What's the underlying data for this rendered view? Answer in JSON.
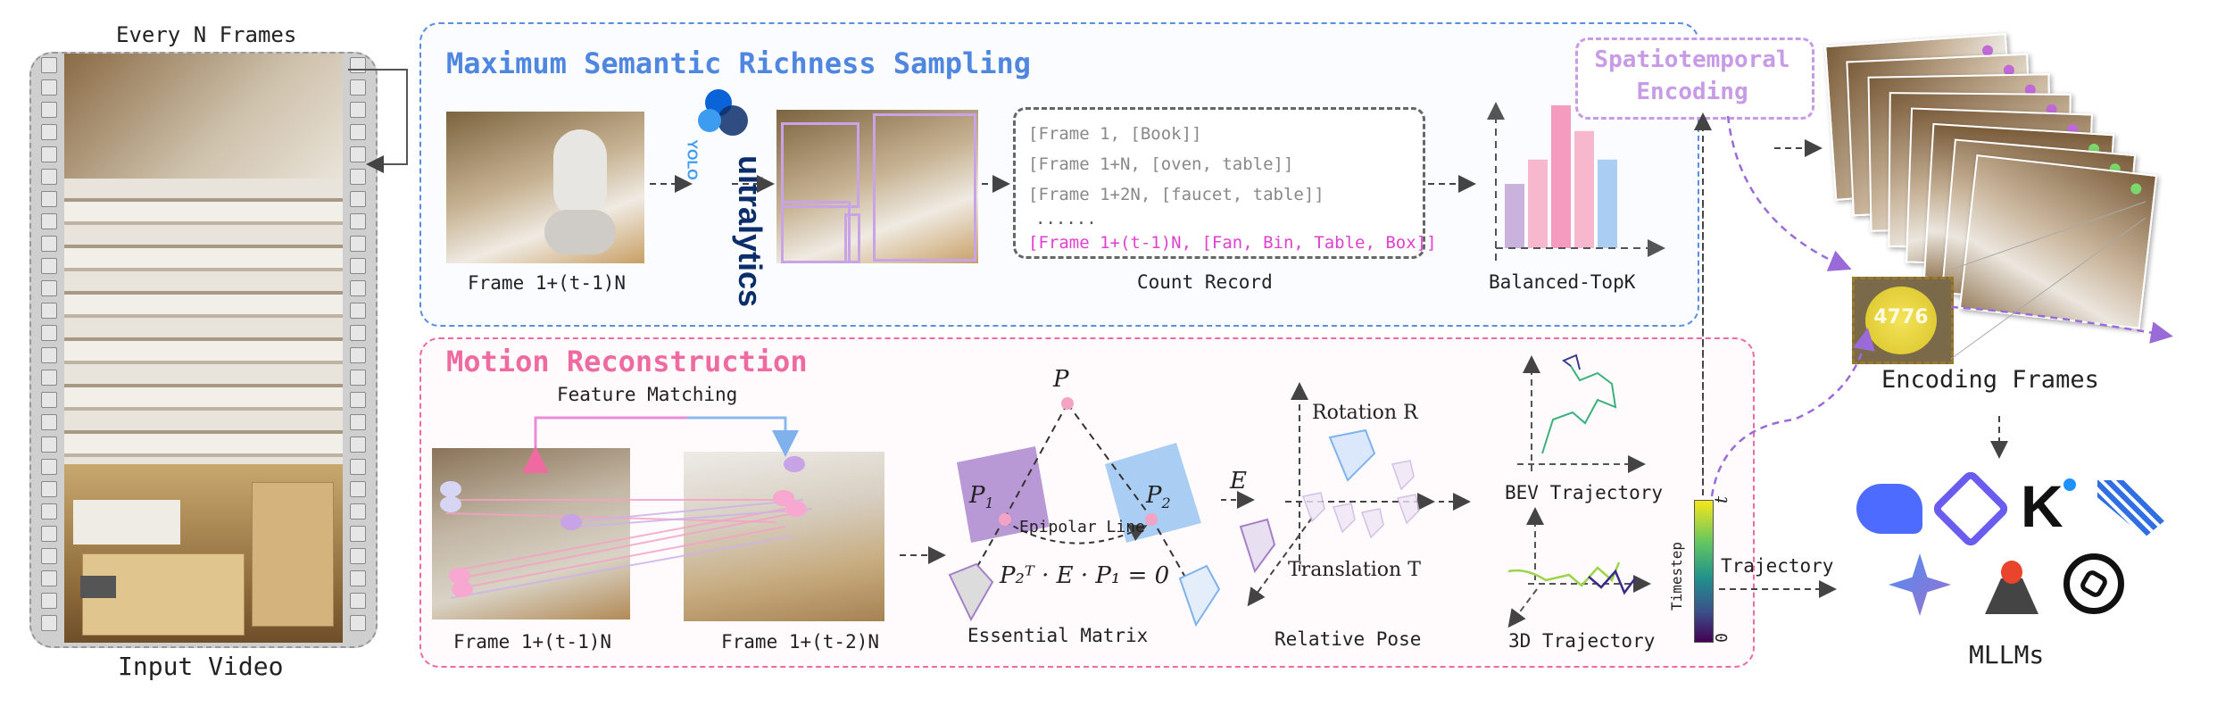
{
  "input_video": {
    "top_label": "Every N Frames",
    "bottom_label": "Input Video"
  },
  "sampling": {
    "title": "Maximum Semantic Richness Sampling",
    "frame_label": "Frame 1+(t-1)N",
    "detector_brand": "ultralytics",
    "detector_sub": "YOLO",
    "count_record_label": "Count Record",
    "records": [
      "[Frame 1, [Book]]",
      "[Frame 1+N, [oven, table]]",
      "[Frame 1+2N, [faucet, table]]",
      "......",
      "[Frame 1+(t-1)N, [Fan, Bin, Table, Box]]"
    ],
    "topk_label": "Balanced-TopK",
    "bars": [
      0.45,
      0.62,
      1.0,
      0.82,
      0.62
    ]
  },
  "motion": {
    "title": "Motion Reconstruction",
    "feature_matching_label": "Feature Matching",
    "frame_a_label": "Frame 1+(t-1)N",
    "frame_b_label": "Frame 1+(t-2)N",
    "point_label": "P",
    "p1_label": "P",
    "p1_sub": "1",
    "p2_label": "P",
    "p2_sub": "2",
    "epipolar_label": "Epipolar Line",
    "equation": "P₂ᵀ · E · P₁ = 0",
    "essential_label": "Essential Matrix",
    "e_label": "E",
    "rotation_label": "Rotation R",
    "translation_label": "Translation T",
    "relative_pose_label": "Relative Pose",
    "bev_label": "BEV Trajectory",
    "traj3d_label": "3D Trajectory",
    "timestep_label": "Timestep",
    "t_top": "t",
    "t_bottom": "0"
  },
  "encoding": {
    "title_line1": "Spatiotemporal",
    "title_line2": "Encoding",
    "stamp": "4776",
    "frames_label": "Encoding Frames",
    "trajectory_label": "Trajectory"
  },
  "mllms": {
    "label": "MLLMs"
  },
  "colors": {
    "blue_accent": "#4f86df",
    "pink_accent": "#ef6aa0",
    "purple_accent": "#c79be6",
    "magenta_text": "#e040d0",
    "bar_purple": "#c9b2dc",
    "bar_pink": "#f7b7cc",
    "bar_hot": "#f59bbf",
    "bar_blue": "#a9cdf3"
  }
}
